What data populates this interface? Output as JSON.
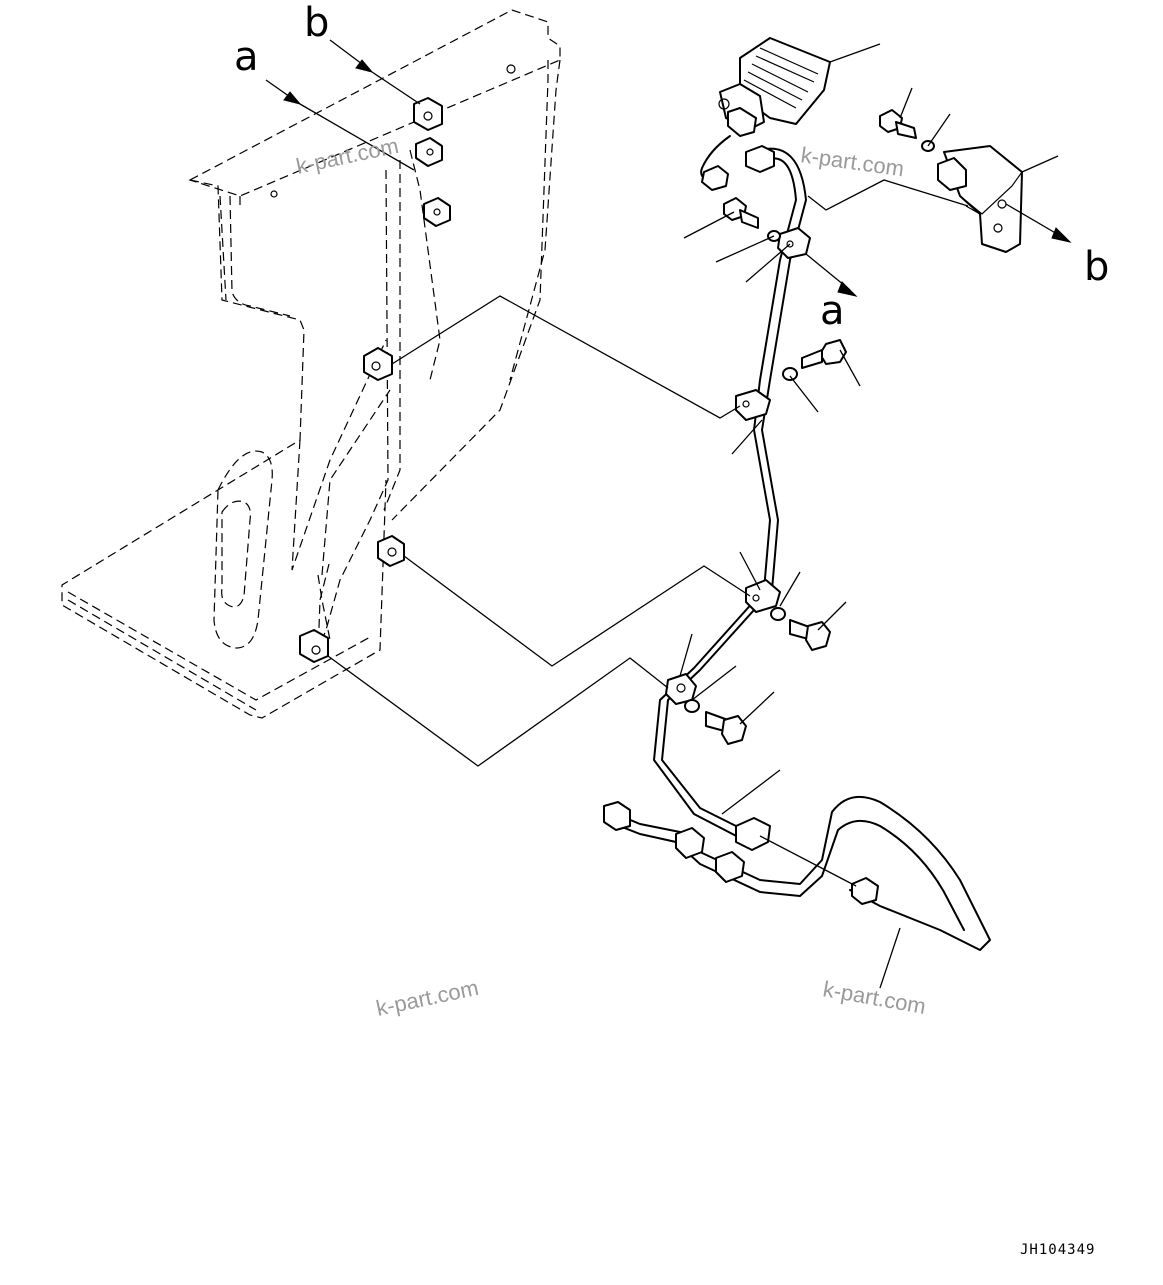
{
  "diagram": {
    "ref_letters": {
      "a_top": "a",
      "b_top": "b",
      "a_right": "a",
      "b_right": "b"
    },
    "watermarks": [
      "k-part.com",
      "k-part.com",
      "k-part.com",
      "k-part.com"
    ],
    "drawing_code": "JH104349"
  }
}
